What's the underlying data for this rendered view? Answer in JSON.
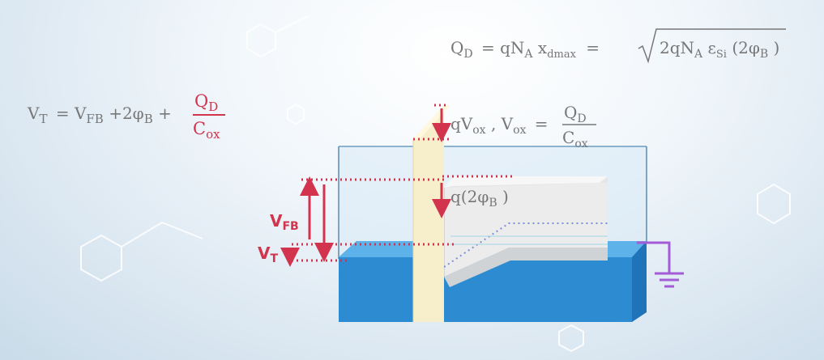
{
  "equations": {
    "qd_lhs": "Q",
    "qd_lhs_sub": "D",
    "qd_mid1": "= qN",
    "qd_mid1_sub": "A",
    "qd_mid2": "x",
    "qd_mid2_sub": "dmax",
    "qd_eq": "=",
    "qd_sqrt_a": "2qN",
    "qd_sqrt_a_sub": "A",
    "qd_sqrt_b": "ε",
    "qd_sqrt_b_sub": "Si",
    "qd_sqrt_c": "(2φ",
    "qd_sqrt_c_sub": "B",
    "qd_sqrt_d": ")",
    "vt_lhs": "V",
    "vt_lhs_sub": "T",
    "vt_eq": "= V",
    "vt_fb_sub": "FB",
    "vt_plus": "+2φ",
    "vt_plus_sub": "B",
    "vt_plus2": "+",
    "vt_frac_num": "Q",
    "vt_frac_num_sub": "D",
    "vt_frac_den": "C",
    "vt_frac_den_sub": "ox",
    "vox_q": "qV",
    "vox_q_sub": "ox",
    "vox_comma": ", V",
    "vox_sub": "ox",
    "vox_eq": "=",
    "vox_num": "Q",
    "vox_num_sub": "D",
    "vox_den": "C",
    "vox_den_sub": "ox",
    "phib_label": "q(2φ",
    "phib_sub": "B",
    "phib_close": ")"
  },
  "labels": {
    "vfb": "V",
    "vfb_sub": "FB",
    "vt": "V",
    "vt_sub": "T"
  },
  "colors": {
    "accent_red": "#d2344d",
    "substrate_blue": "#2f8fd6",
    "oxide_cream": "#f7eecb",
    "ground_purple": "#a35bd6",
    "band_gray": "#eeeeee"
  },
  "icons": {
    "ground": "ground-symbol-icon"
  }
}
